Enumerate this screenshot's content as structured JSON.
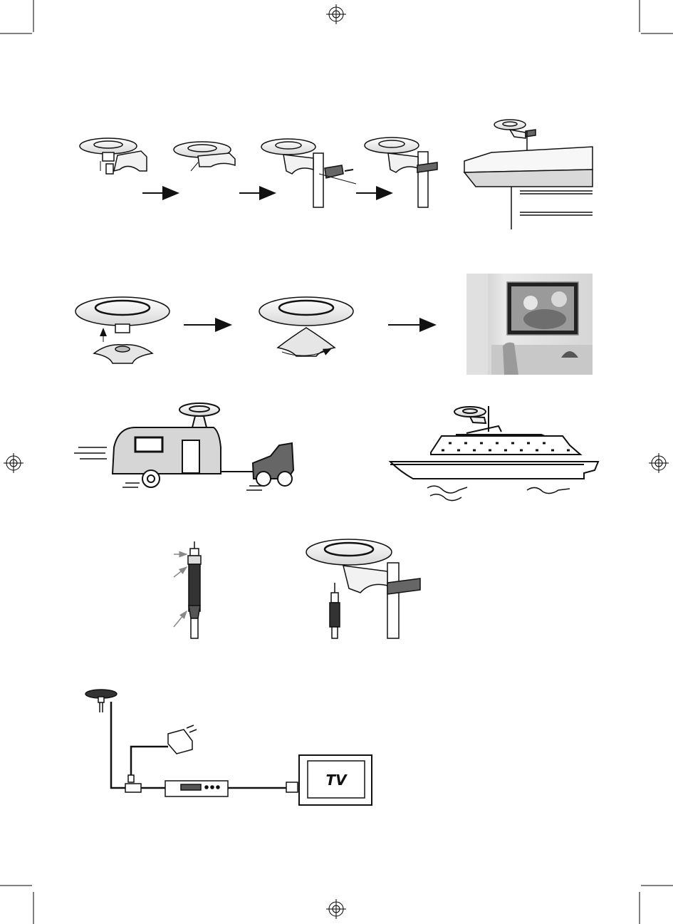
{
  "diagram": {
    "sections": [
      {
        "id": "outdoor-mast-mounting",
        "steps": 5
      },
      {
        "id": "indoor-stand-mounting",
        "steps": 3
      },
      {
        "id": "mobile-use",
        "scenes": [
          "caravan",
          "boat"
        ]
      },
      {
        "id": "coax-connector",
        "parts": 2
      },
      {
        "id": "wiring-connection",
        "components": [
          "antenna",
          "power-adapter",
          "splitter",
          "receiver",
          "tv"
        ]
      }
    ],
    "tv_label": "TV"
  },
  "colors": {
    "line": "#111111",
    "fill_light": "#f4f4f4",
    "fill_gray": "#cfcfcf",
    "fill_dark": "#555555"
  }
}
